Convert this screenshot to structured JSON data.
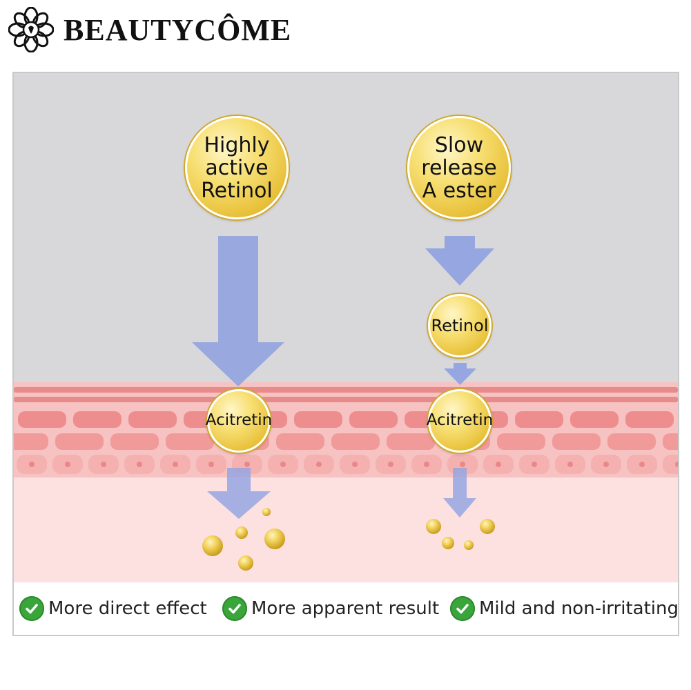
{
  "brand": {
    "name": "BEAUTYCÔME",
    "logo_icon": "flower-logo-icon"
  },
  "diagram": {
    "left_path": {
      "source_label": "Highly active Retinol",
      "source_lines": [
        "Highly",
        "active",
        "Retinol"
      ],
      "target_label": "Acitretin"
    },
    "right_path": {
      "source_label": "Slow release A ester",
      "source_lines": [
        "Slow",
        "release",
        "A ester"
      ],
      "intermediate_label": "Retinol",
      "target_label": "Acitretin"
    },
    "colors": {
      "background_top": "#d8d8da",
      "skin_layer": "#f6b8b8",
      "skin_cells": "#ee8a8a",
      "lower_skin": "#fde0e0",
      "arrow": "#96a6e0",
      "sphere_gold": "#f0cc4a"
    }
  },
  "benefits": [
    {
      "icon": "checkmark-icon",
      "text": "More direct effect"
    },
    {
      "icon": "checkmark-icon",
      "text": "More apparent result"
    },
    {
      "icon": "checkmark-icon",
      "text": "Mild and non-irritating"
    }
  ]
}
